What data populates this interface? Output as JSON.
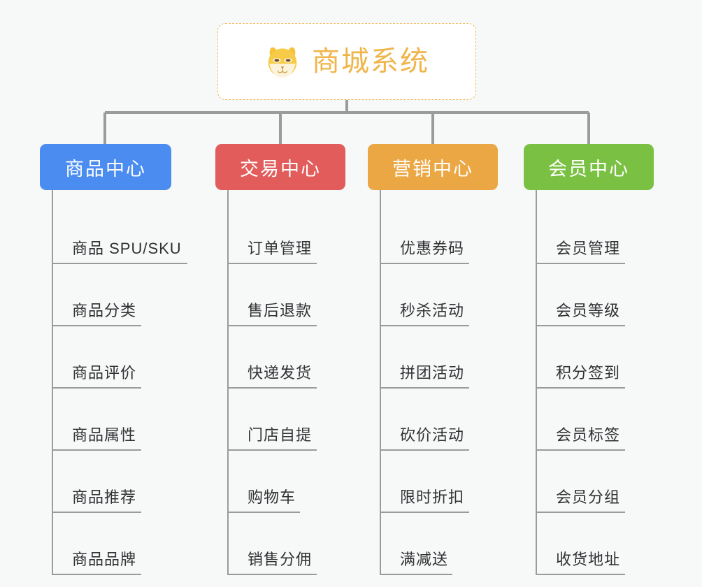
{
  "background_color": "#f7f8f8",
  "root": {
    "title": "商城系统",
    "icon": "shiba-dog-emoji",
    "border_color": "#f0b95c",
    "text_color": "#f0b54a",
    "background_color": "#ffffff"
  },
  "connector_color": "#9b9b9b",
  "columns": [
    {
      "label": "商品中心",
      "color": "#4a8cf0",
      "items": [
        "商品 SPU/SKU",
        "商品分类",
        "商品评价",
        "商品属性",
        "商品推荐",
        "商品品牌"
      ]
    },
    {
      "label": "交易中心",
      "color": "#e25c5c",
      "items": [
        "订单管理",
        "售后退款",
        "快递发货",
        "门店自提",
        "购物车",
        "销售分佣"
      ]
    },
    {
      "label": "营销中心",
      "color": "#eba743",
      "items": [
        "优惠券码",
        "秒杀活动",
        "拼团活动",
        "砍价活动",
        "限时折扣",
        "满减送"
      ]
    },
    {
      "label": "会员中心",
      "color": "#7ac143",
      "items": [
        "会员管理",
        "会员等级",
        "积分签到",
        "会员标签",
        "会员分组",
        "收货地址"
      ]
    }
  ]
}
